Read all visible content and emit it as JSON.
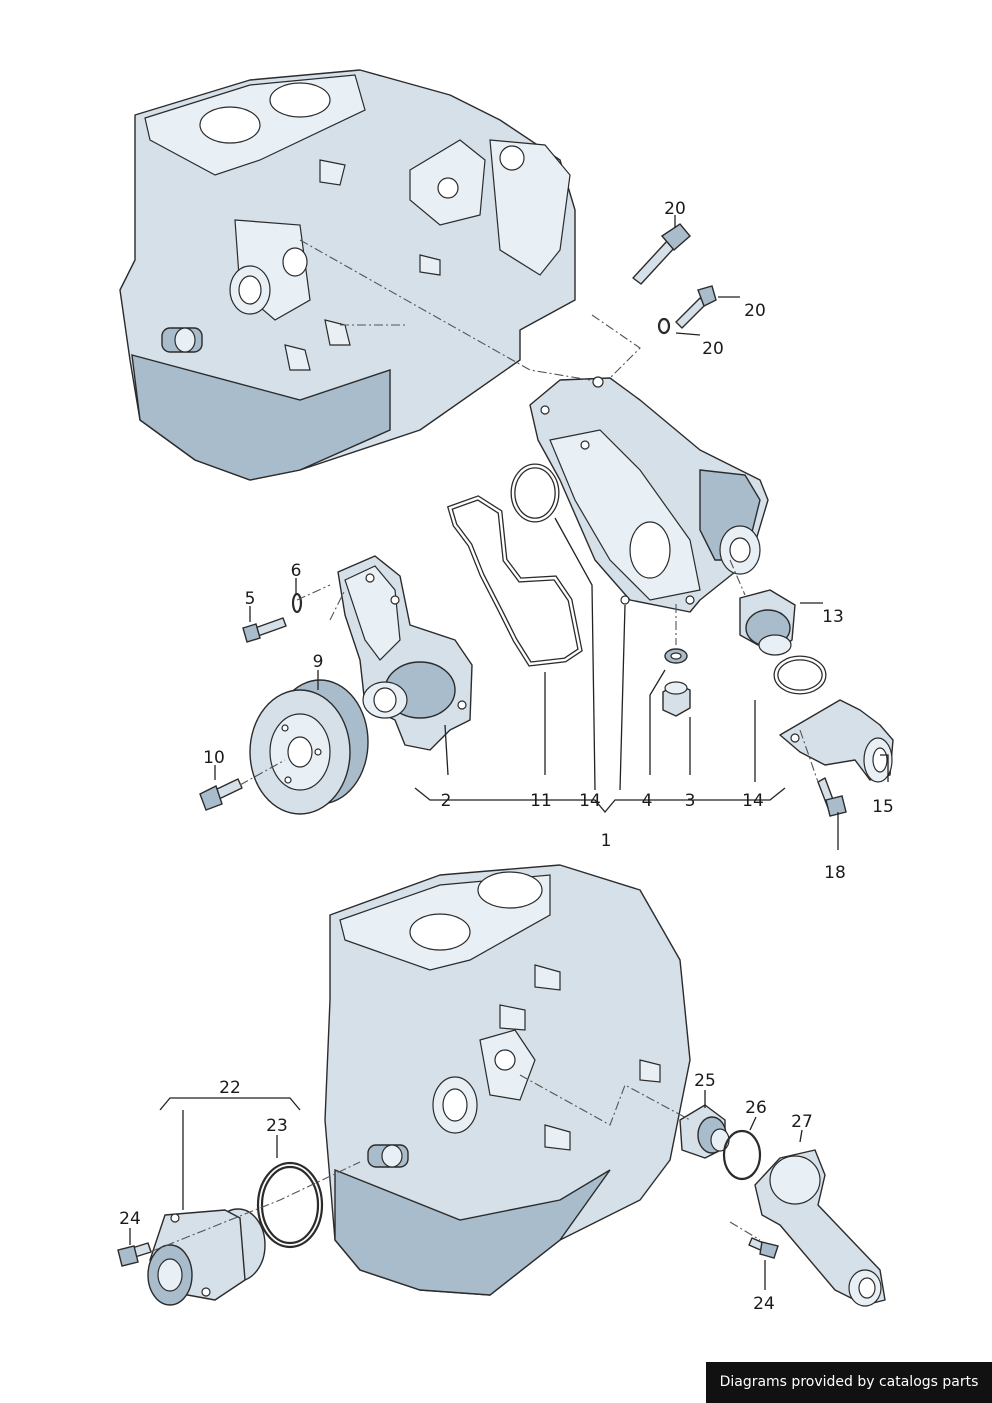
{
  "callouts": {
    "c1": "1",
    "c2": "2",
    "c3": "3",
    "c4": "4",
    "c5": "5",
    "c6": "6",
    "c9": "9",
    "c10": "10",
    "c11": "11",
    "c13": "13",
    "c14a": "14",
    "c14b": "14",
    "c15": "15",
    "c18": "18",
    "c20a": "20",
    "c20b": "20",
    "c20c": "20",
    "c22": "22",
    "c23": "23",
    "c24a": "24",
    "c24b": "24",
    "c25": "25",
    "c26": "26",
    "c27": "27"
  },
  "footer": {
    "text": "Diagrams provided by catalogs parts"
  }
}
